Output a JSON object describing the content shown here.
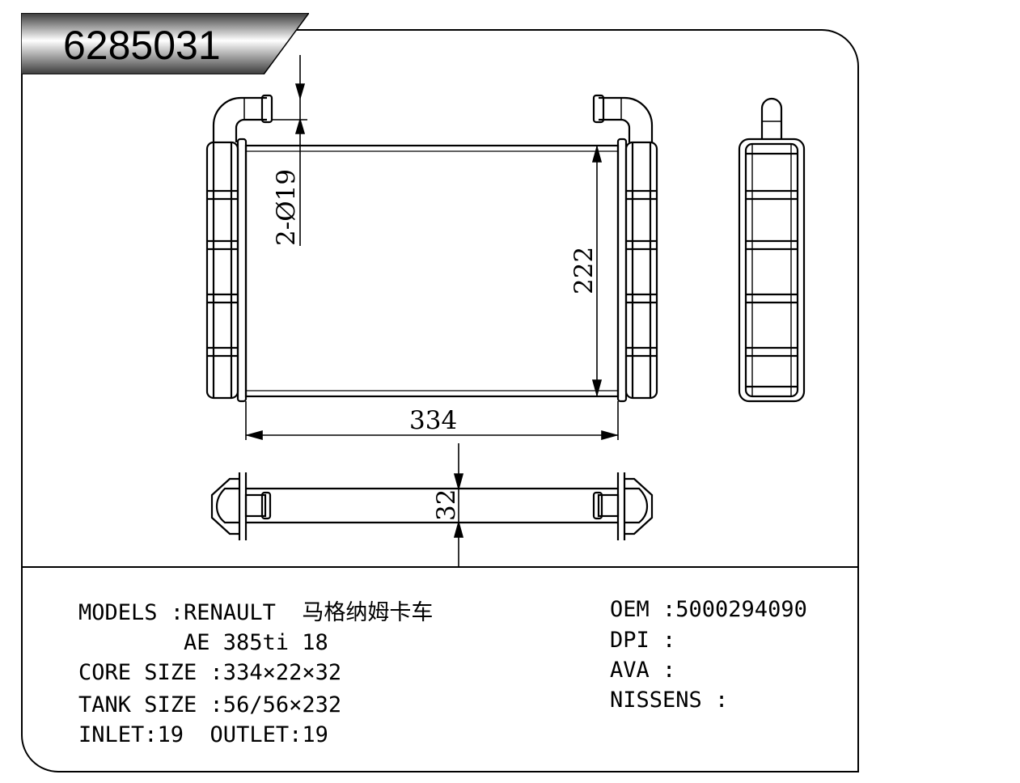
{
  "header": {
    "part_number": "6285031"
  },
  "dimensions": {
    "inlet_diameter": "2-Ø19",
    "core_height": "222",
    "core_width": "334",
    "depth": "32"
  },
  "specs": {
    "models_label": "MODELS :",
    "models_value": "RENAULT  马格纳姆卡车",
    "models_line2": "AE 385ti 18",
    "core_size": "CORE SIZE :334×22×32",
    "tank_size": "TANK SIZE :56/56×232",
    "inlet_outlet": "INLET:19  OUTLET:19"
  },
  "references": {
    "oem": "OEM :5000294090",
    "dpi": "DPI :",
    "ava": "AVA :",
    "nissens": "NISSENS :"
  }
}
